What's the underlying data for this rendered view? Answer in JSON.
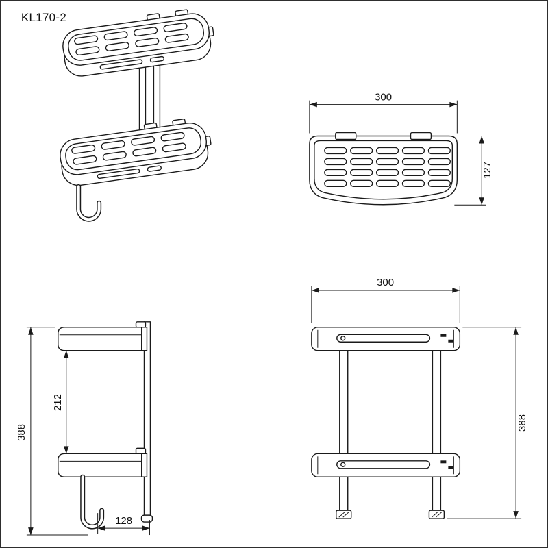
{
  "product": {
    "code": "KL170-2"
  },
  "dimensions": {
    "top_view": {
      "width": "300",
      "depth": "127"
    },
    "side_view": {
      "height": "388",
      "shelf_spacing": "212",
      "depth": "128"
    },
    "front_view": {
      "width": "300",
      "height": "388"
    }
  },
  "colors": {
    "line": "#1a1a1a",
    "background": "#ffffff",
    "border": "#2e2e2e"
  }
}
